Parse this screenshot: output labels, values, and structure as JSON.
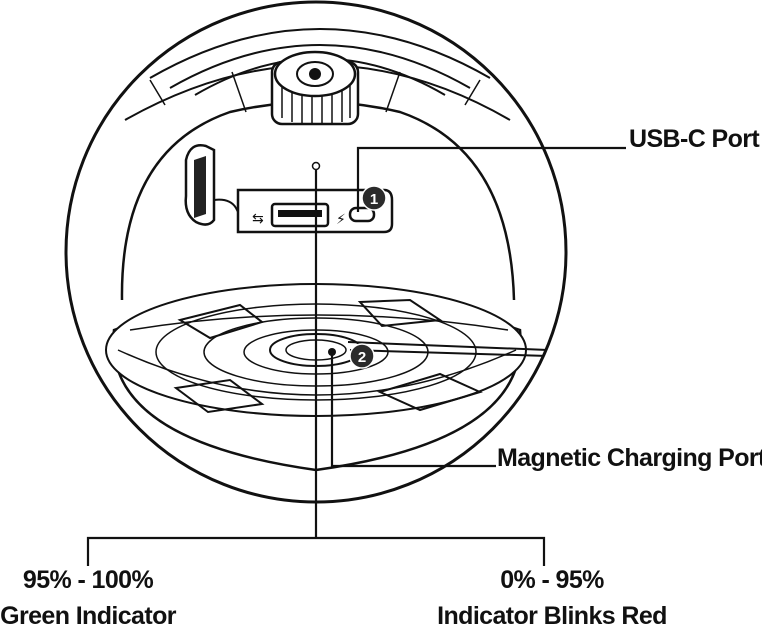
{
  "callouts": {
    "usbc_port": "USB-C Port",
    "magnetic_port": "Magnetic Charging Port",
    "left_status_range": "95% - 100%",
    "left_status_desc": "Green Indicator",
    "right_status_range": "0% - 95%",
    "right_status_desc": "Indicator Blinks Red"
  },
  "badges": {
    "one": "1",
    "two": "2"
  },
  "colors": {
    "line": "#111111",
    "badge_fill": "#2b2b2b",
    "background": "#ffffff"
  }
}
